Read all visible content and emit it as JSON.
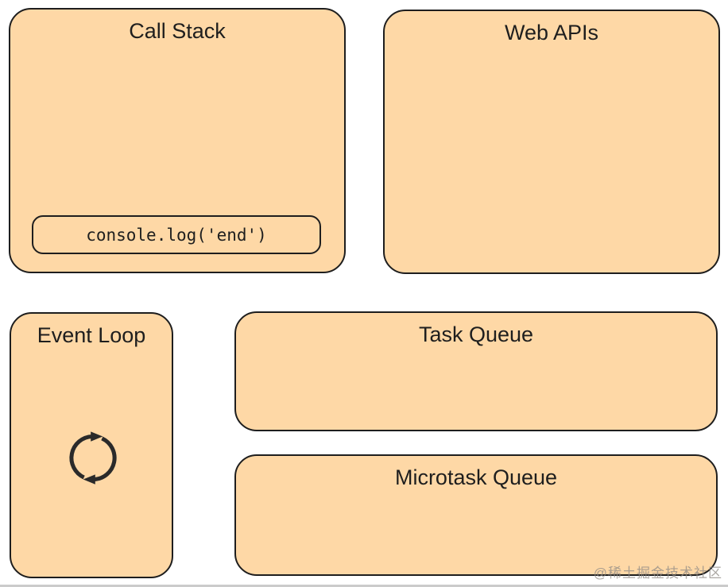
{
  "boxes": {
    "call_stack": {
      "title": "Call Stack"
    },
    "web_apis": {
      "title": "Web APIs"
    },
    "event_loop": {
      "title": "Event Loop"
    },
    "task_queue": {
      "title": "Task Queue"
    },
    "microtask_queue": {
      "title": "Microtask Queue"
    }
  },
  "call_stack_frames": [
    {
      "code": "console.log('end')"
    }
  ],
  "icons": {
    "event_loop": "cycle-refresh-icon"
  },
  "colors": {
    "box_fill": "#fed8a6",
    "box_border": "#1e1e1e",
    "text": "#1e1e1e",
    "watermark": "#8f8a85"
  },
  "watermark": {
    "text": "@稀土掘金技术社区"
  }
}
